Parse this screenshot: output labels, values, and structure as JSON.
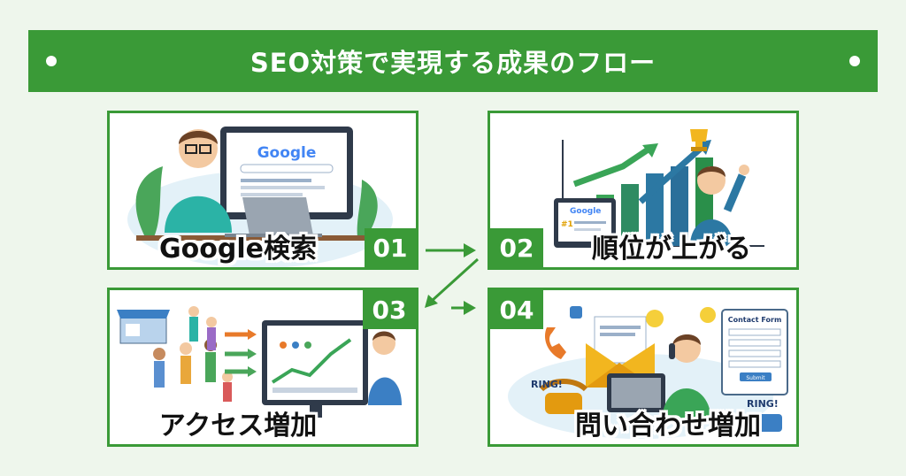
{
  "header": {
    "title": "SEO対策で実現する成果のフロー"
  },
  "steps": [
    {
      "number": "01",
      "label": "Google検索"
    },
    {
      "number": "02",
      "label": "順位が上がる"
    },
    {
      "number": "03",
      "label": "アクセス増加"
    },
    {
      "number": "04",
      "label": "問い合わせ増加"
    }
  ],
  "illustration_text": {
    "google_logo": "Google",
    "rank_first": "#1",
    "contact_form_title": "Contact Form",
    "submit": "Submit",
    "ring_left": "RING!",
    "ring_right": "RING!"
  },
  "colors": {
    "accent": "#3a9a37",
    "background": "#eef6ec"
  }
}
